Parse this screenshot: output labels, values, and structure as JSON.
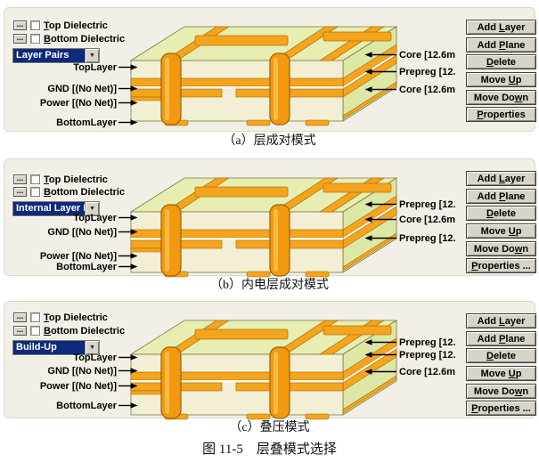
{
  "figure": {
    "caption": "图 11-5　层叠模式选择"
  },
  "icons": {
    "chevron_down": "▼",
    "more": "..."
  },
  "colors": {
    "dropdown_selection": "#0d2a7c",
    "copper": "#f5a41d",
    "board_top": "#e6eeb3",
    "board_front": "#f3efd4",
    "button_face": "#d8d4c8"
  },
  "panels": [
    {
      "caption": "（a）层成对模式",
      "dielectric_rows": [
        {
          "more_label": "...",
          "label": "Top Dielectric",
          "underline": 0,
          "checked": false
        },
        {
          "more_label": "...",
          "label": "Bottom Dielectric",
          "underline": 0,
          "checked": false
        }
      ],
      "mode_dropdown": {
        "value": "Layer Pairs"
      },
      "layer_labels": [
        "TopLayer",
        "GND [(No Net)]",
        "Power [(No Net)]",
        "BottomLayer"
      ],
      "material_labels": [
        "Core [12.6m",
        "Prepreg [12.",
        "Core [12.6m"
      ],
      "buttons": [
        {
          "label": "Add Layer",
          "underline": 4
        },
        {
          "label": "Add Plane",
          "underline": 4
        },
        {
          "label": "Delete",
          "underline": 0
        },
        {
          "label": "Move Up",
          "underline": 5
        },
        {
          "label": "Move Down",
          "underline": 7
        },
        {
          "label": "Properties",
          "underline": 0
        }
      ]
    },
    {
      "caption": "（b）内电层成对模式",
      "dielectric_rows": [
        {
          "more_label": "...",
          "label": "Top Dielectric",
          "underline": 0,
          "checked": false
        },
        {
          "more_label": "...",
          "label": "Bottom Dielectric",
          "underline": 0,
          "checked": false
        }
      ],
      "mode_dropdown": {
        "value": "Internal Layer P"
      },
      "layer_labels": [
        "TopLayer",
        "GND [(No Net)]",
        "Power [(No Net)]",
        "BottomLayer"
      ],
      "material_labels": [
        "Prepreg [12.",
        "Core [12.6m",
        "Prepreg [12."
      ],
      "buttons": [
        {
          "label": "Add Layer",
          "underline": 4
        },
        {
          "label": "Add Plane",
          "underline": 4
        },
        {
          "label": "Delete",
          "underline": 0
        },
        {
          "label": "Move Up",
          "underline": 5
        },
        {
          "label": "Move Down",
          "underline": 7
        },
        {
          "label": "Properties ...",
          "underline": 0
        }
      ]
    },
    {
      "caption": "（c）叠压模式",
      "dielectric_rows": [
        {
          "more_label": "...",
          "label": "Top Dielectric",
          "underline": 0,
          "checked": false
        },
        {
          "more_label": "...",
          "label": "Bottom Dielectric",
          "underline": 0,
          "checked": false
        }
      ],
      "mode_dropdown": {
        "value": "Build-Up"
      },
      "layer_labels": [
        "TopLayer",
        "GND [(No Net)]",
        "Power [(No Net)]",
        "BottomLayer"
      ],
      "material_labels": [
        "Prepreg [12.",
        "Prepreg [12.",
        "Core [12.6m"
      ],
      "buttons": [
        {
          "label": "Add Layer",
          "underline": 4
        },
        {
          "label": "Add Plane",
          "underline": 4
        },
        {
          "label": "Delete",
          "underline": 0
        },
        {
          "label": "Move Up",
          "underline": 5
        },
        {
          "label": "Move Down",
          "underline": 7
        },
        {
          "label": "Properties ...",
          "underline": 0
        }
      ]
    }
  ]
}
